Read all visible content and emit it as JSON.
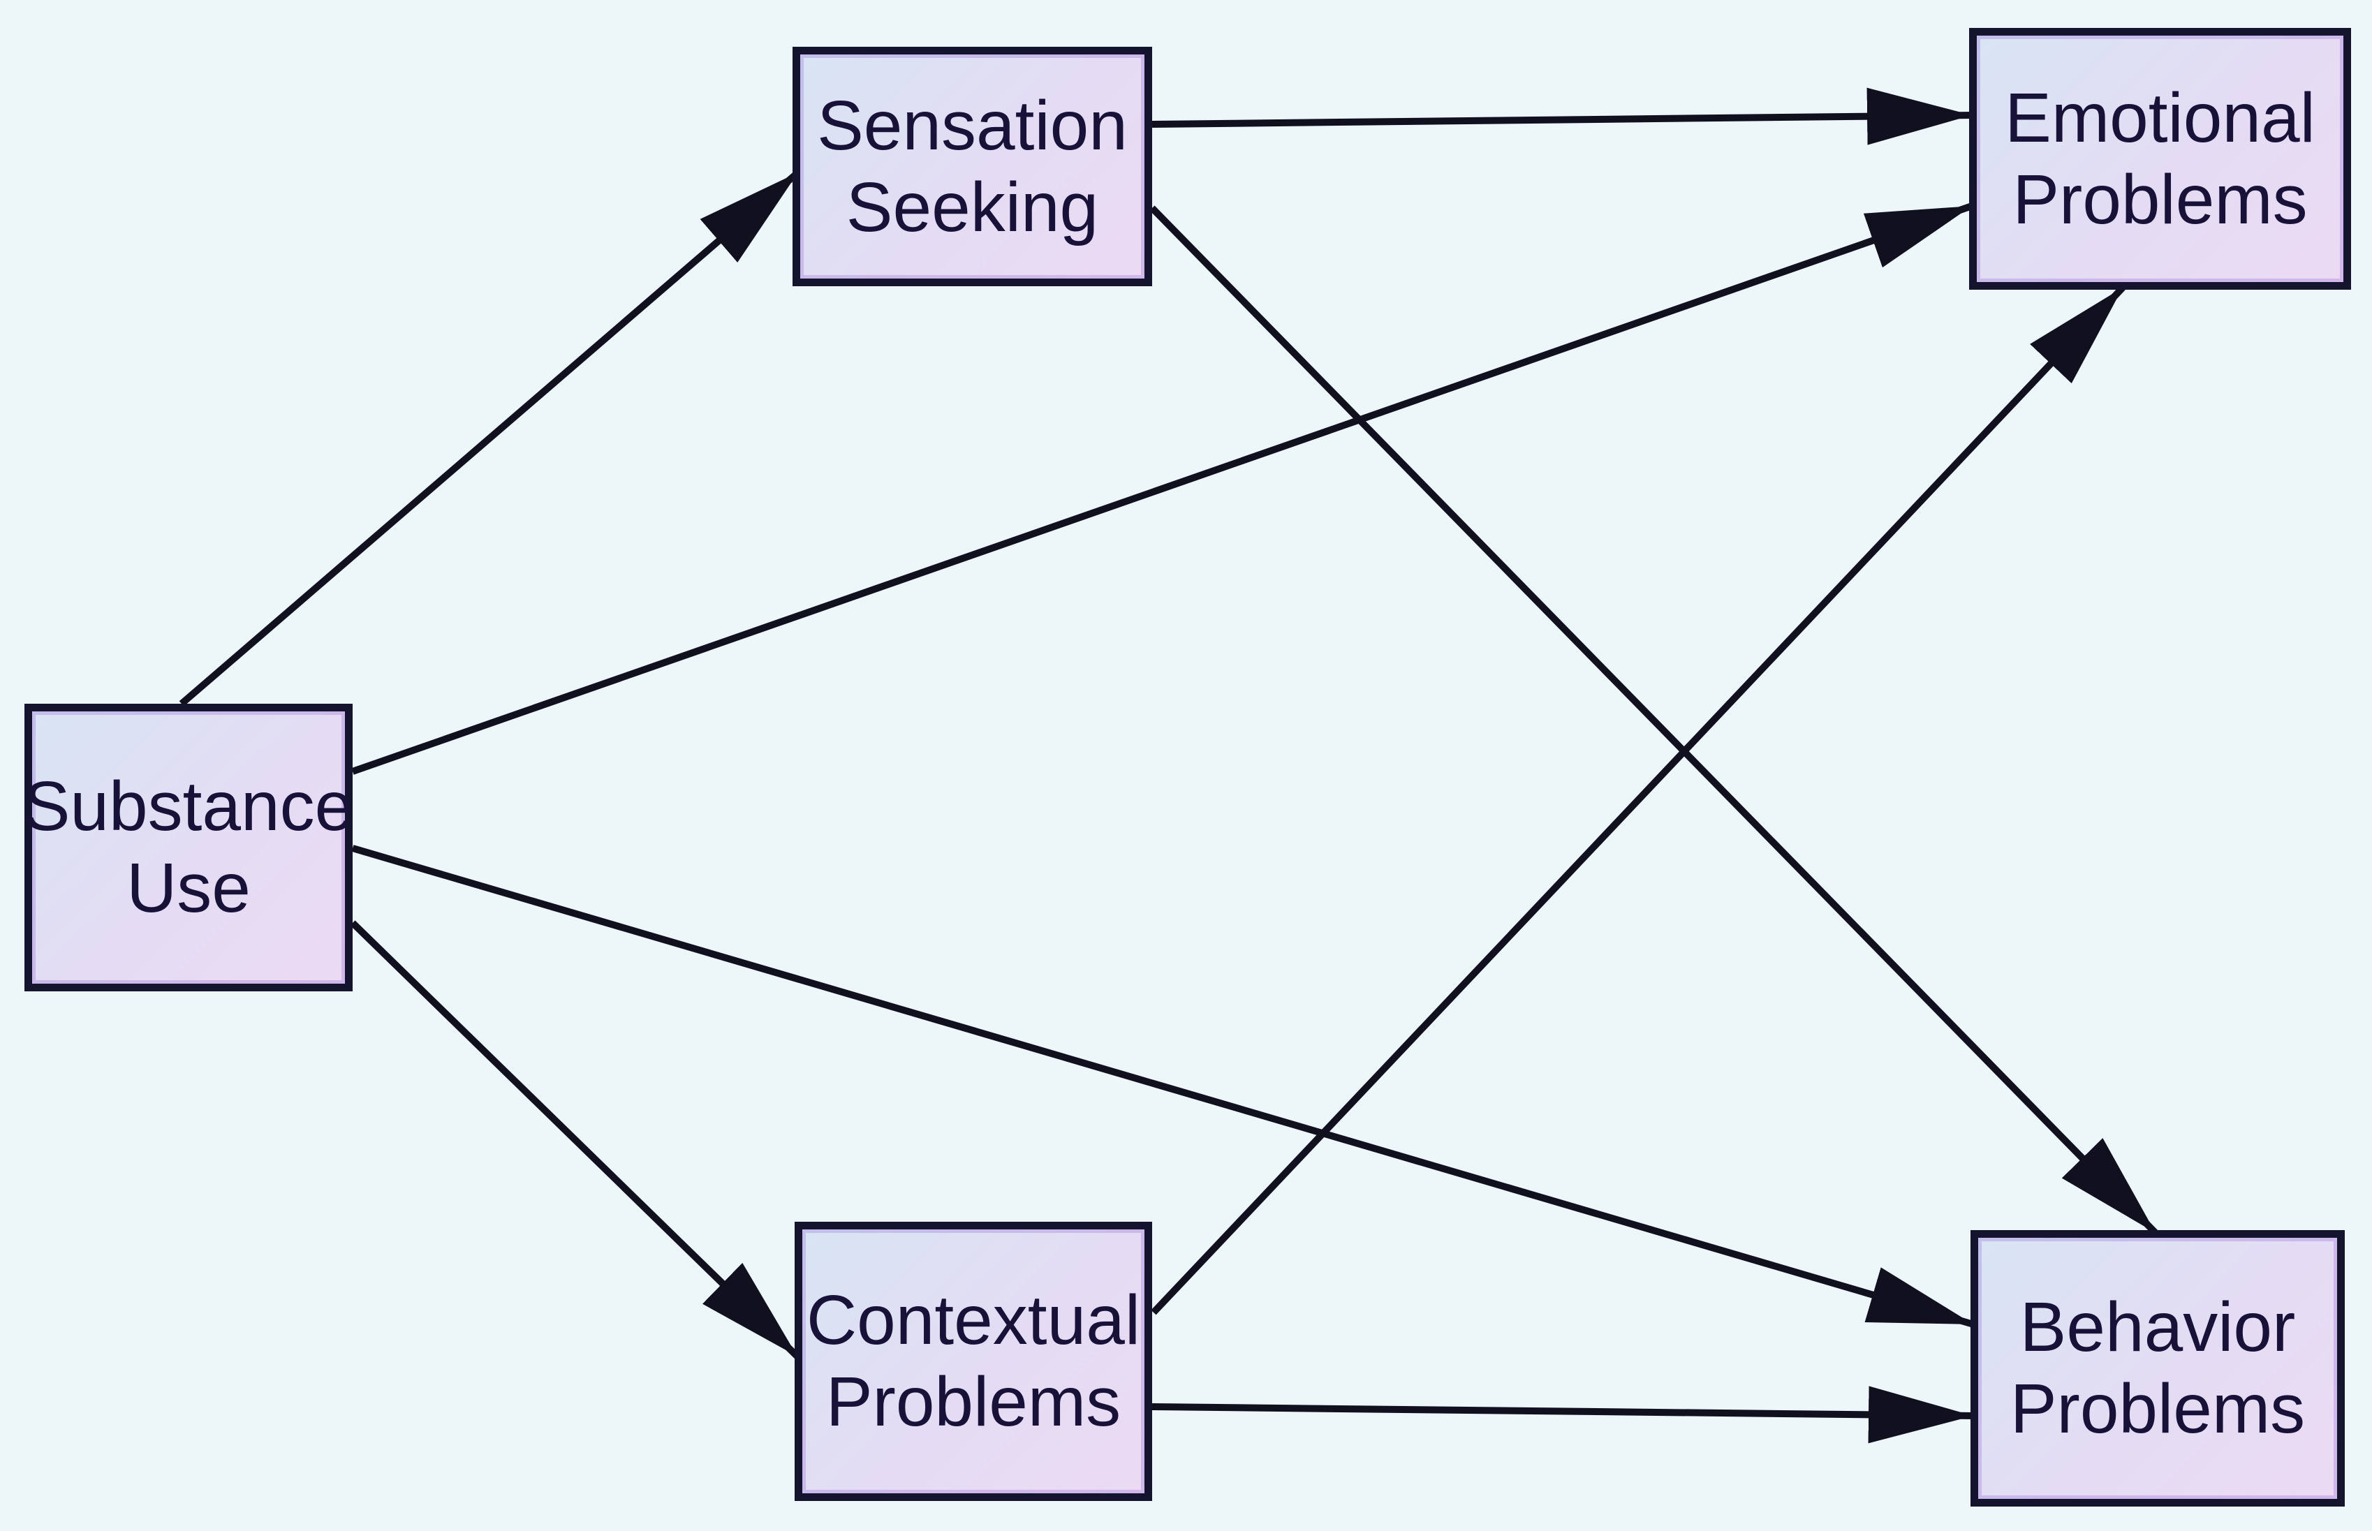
{
  "colors": {
    "background": "#edf6f9",
    "arrow": "#10101f",
    "box_border": "#15142e",
    "box_fill_top_left": "#d8e4f4",
    "box_fill_middle": "#e4dcf4",
    "box_fill_bottom_right": "#ecdaf3",
    "text": "#191238"
  },
  "nodes": {
    "substance_use": {
      "line1": "Substance",
      "line2": "Use"
    },
    "sensation_seeking": {
      "line1": "Sensation",
      "line2": "Seeking"
    },
    "contextual_problems": {
      "line1": "Contextual",
      "line2": "Problems"
    },
    "emotional_problems": {
      "line1": "Emotional",
      "line2": "Problems"
    },
    "behavior_problems": {
      "line1": "Behavior",
      "line2": "Problems"
    }
  },
  "edges": [
    {
      "from": "substance-use",
      "to": "sensation-seeking"
    },
    {
      "from": "substance-use",
      "to": "emotional-problems"
    },
    {
      "from": "substance-use",
      "to": "behavior-problems"
    },
    {
      "from": "substance-use",
      "to": "contextual-problems"
    },
    {
      "from": "sensation-seeking",
      "to": "emotional-problems"
    },
    {
      "from": "sensation-seeking",
      "to": "behavior-problems"
    },
    {
      "from": "contextual-problems",
      "to": "emotional-problems"
    },
    {
      "from": "contextual-problems",
      "to": "behavior-problems"
    }
  ]
}
